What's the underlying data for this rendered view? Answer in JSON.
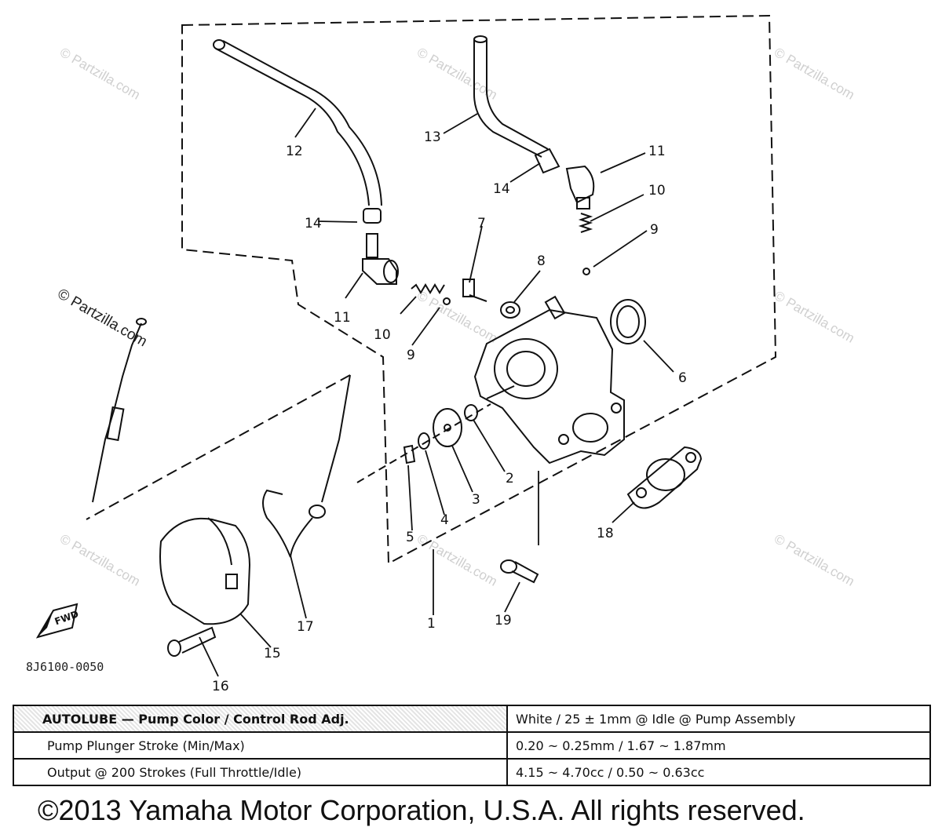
{
  "diagram": {
    "part_code": "8J6100-0050",
    "fwd_label": "FWD",
    "watermark": "© Partzilla.com",
    "callouts": {
      "c1": "1",
      "c2": "2",
      "c3": "3",
      "c4": "4",
      "c5": "5",
      "c6": "6",
      "c7": "7",
      "c8": "8",
      "c9a": "9",
      "c9b": "9",
      "c10a": "10",
      "c10b": "10",
      "c11a": "11",
      "c11b": "11",
      "c12": "12",
      "c13": "13",
      "c14a": "14",
      "c14b": "14",
      "c15": "15",
      "c16": "16",
      "c17": "17",
      "c18": "18",
      "c19": "19"
    }
  },
  "spec_table": {
    "rows": [
      {
        "label": "AUTOLUBE — Pump Color / Control Rod Adj.",
        "value": "White / 25 ± 1mm @ Idle @ Pump Assembly"
      },
      {
        "label": "Pump Plunger Stroke (Min/Max)",
        "value": "0.20 ~ 0.25mm / 1.67 ~ 1.87mm"
      },
      {
        "label": "Output @ 200 Strokes (Full Throttle/Idle)",
        "value": "4.15 ~ 4.70cc / 0.50 ~ 0.63cc"
      }
    ]
  },
  "copyright": "©2013 Yamaha Motor Corporation, U.S.A. All rights reserved."
}
